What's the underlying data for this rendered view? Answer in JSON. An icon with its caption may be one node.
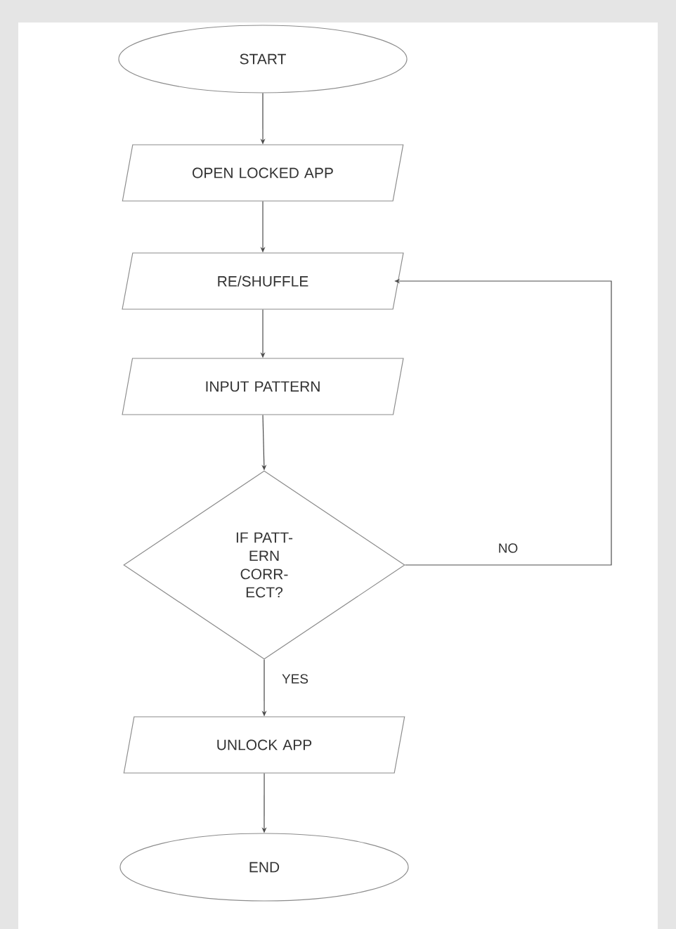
{
  "diagram": {
    "nodes": [
      {
        "text": [
          "START"
        ]
      },
      {
        "text": [
          "OPEN LOCKED APP"
        ]
      },
      {
        "text": [
          "RE/SHUFFLE"
        ]
      },
      {
        "text": [
          "INPUT PATTERN"
        ]
      },
      {
        "text": [
          "IF PATT- ERN CORR- ECT?"
        ]
      },
      {
        "text": [
          "UNLOCK APP"
        ]
      },
      {
        "text": [
          "END"
        ]
      }
    ],
    "edges": [
      {
        "from": 0,
        "to": 1,
        "arrow": "to"
      },
      {
        "from": 1,
        "to": 2,
        "arrow": "to"
      },
      {
        "from": 2,
        "to": 3,
        "arrow": "to"
      },
      {
        "from": 3,
        "to": 4,
        "arrow": "to"
      },
      {
        "from": 4,
        "to": 5,
        "arrow": "to",
        "label": "YES"
      },
      {
        "from": 4,
        "to": 2,
        "arrow": "to",
        "label": "NO"
      },
      {
        "from": 5,
        "to": 6,
        "arrow": "to"
      }
    ]
  }
}
